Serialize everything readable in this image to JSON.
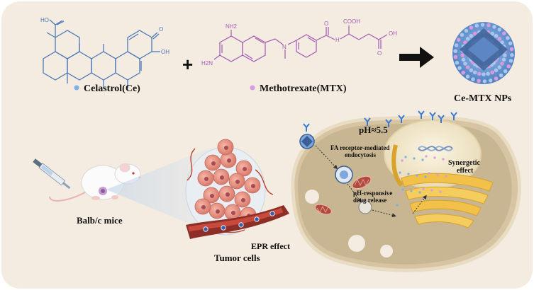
{
  "colors": {
    "background": "#f4ece0",
    "celastrol_structure": "#4a79b8",
    "mtx_structure": "#a25bb4",
    "celastrol_dot": "#7fb1e6",
    "mtx_dot": "#d99be0",
    "cell_cytoplasm": "#c8b591",
    "nucleus": "#f3ead0",
    "golgi": "#f2c14a",
    "mitochondria": "#b24a3d",
    "receptor": "#3a7bd5"
  },
  "top": {
    "celastrol_label": "Celastrol(Ce)",
    "mtx_label": "Methotrexate(MTX)",
    "nps_label": "Ce-MTX NPs",
    "plus_symbol": "+"
  },
  "chem_labels": {
    "ho": "HO",
    "o_celastrol": "O",
    "oh_celastrol": "OH",
    "nh2_top": "NH2",
    "h2n": "H2N",
    "n": "N",
    "o_mtx": "O",
    "cooh": "COOH",
    "h": "H",
    "oh_mtx": "OH",
    "o_mtx_ester": "O"
  },
  "bottom": {
    "mouse_label": "Balb/c mice",
    "epr_label": "EPR effect",
    "tumor_label": "Tumor cells",
    "ph_label": "pH≈5.5",
    "endocytosis_label_1": "FA receptor-mediated",
    "endocytosis_label_2": "endocytosis",
    "release_label_1": "pH-responsive",
    "release_label_2": "drug release",
    "synergetic_label_1": "Synergetic",
    "synergetic_label_2": "effect"
  }
}
